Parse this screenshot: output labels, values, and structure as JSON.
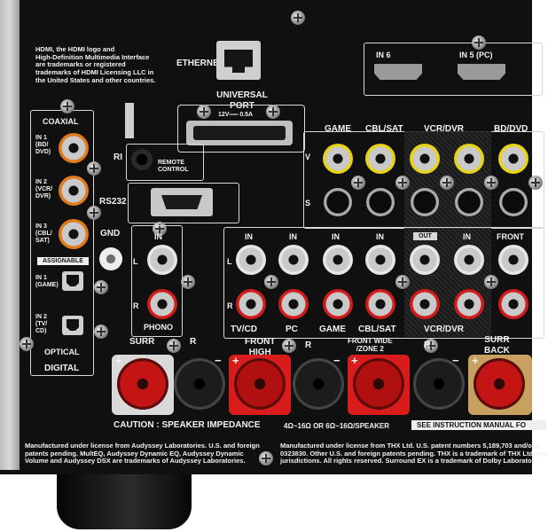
{
  "labels": {
    "hdmi_notice": [
      "HDMI, the HDMI logo and",
      "High-Definition Multimedia Interface",
      "are trademarks or registered",
      "trademarks of HDMI Licensing LLC in",
      "the United States and other countries."
    ],
    "ethernet": "ETHERNET",
    "universal_port": [
      "UNIVERSAL",
      "PORT"
    ],
    "universal_port_rating": "12V══ 0.5A",
    "in6": "IN 6",
    "in5": "IN 5 (PC)",
    "coaxial": "COAXIAL",
    "coax_in1": [
      "IN 1",
      "(BD/",
      "DVD)"
    ],
    "coax_in2": [
      "IN 2",
      "(VCR/",
      "DVR)"
    ],
    "coax_in3": [
      "IN 3",
      "(CBL/",
      "SAT)"
    ],
    "assignable": "ASSIGNABLE",
    "opt_in1": [
      "IN 1",
      "(GAME)"
    ],
    "opt_in2": [
      "IN 2",
      "(TV/",
      "CD)"
    ],
    "optical": "OPTICAL",
    "digital": "DIGITAL",
    "ri": "RI",
    "remote_control": [
      "REMOTE",
      "CONTROL"
    ],
    "rs232": "RS232",
    "gnd": "GND",
    "game": "GAME",
    "cbl_sat": "CBL/SAT",
    "vcr_dvr": "VCR/DVR",
    "bd_dvd": "BD/DVD",
    "v": "V",
    "s": "S",
    "out": "OUT",
    "in": "IN",
    "l": "L",
    "r": "R",
    "front": "FRONT",
    "phono": "PHONO",
    "tv_cd": "TV/CD",
    "pc": "PC",
    "surr": "SURR",
    "front_high": [
      "FRONT",
      "HIGH"
    ],
    "front_wide": [
      "FRONT WIDE",
      "/ZONE 2"
    ],
    "surr_back": [
      "SURR",
      "BACK"
    ],
    "plus": "+",
    "minus": "−",
    "caution": "CAUTION : SPEAKER IMPEDANCE",
    "impedance": "4Ω~16Ω  OR  6Ω~16Ω/SPEAKER",
    "see_manual": "SEE INSTRUCTION MANUAL FO",
    "audyssey_notice": [
      "Manufactured under license from Audyssey Laboratories.  U.S. and foreign",
      "patents pending. MultEQ, Audyssey Dynamic EQ, Audyssey Dynamic",
      "Volume and Audyssey DSX are trademarks of Audyssey Laboratories."
    ],
    "thx_notice": [
      "Manufactured under license from THX Ltd. U.S. patent numbers 5,189,703 and/or 5",
      "0323830. Other U.S. and foreign patents pending. THX is a trademark of THX Ltd. whi",
      "jurisdictions. All rights reserved. Surround EX is a trademark of Dolby Laborator"
    ]
  },
  "colors": {
    "panel": "#101010",
    "coax_ring": "#e07a1c",
    "video_ring": "#e8d21a",
    "audio_left": "#e6e6e6",
    "audio_right": "#d21b1b",
    "binding_red": "#c41414",
    "binding_black": "#1a1a1a",
    "surr_back_ring": "#c8a060"
  }
}
